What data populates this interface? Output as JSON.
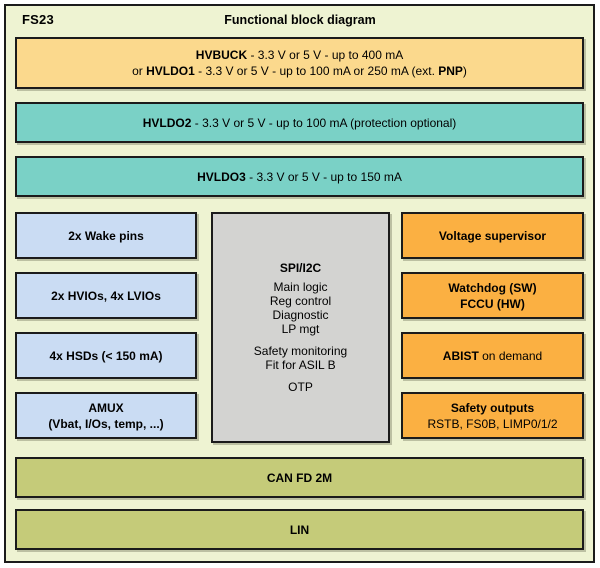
{
  "header": {
    "chip": "FS23",
    "title": "Functional block diagram"
  },
  "colors": {
    "canvas_bg": "#ffffff",
    "board_bg": "#eef3d2",
    "buck_bg": "#fbd98d",
    "ldo_bg": "#7ad1c6",
    "io_bg": "#cadcf3",
    "logic_bg": "#d3d3d1",
    "safety_bg": "#fbb042",
    "comm_bg": "#c5cb79",
    "border": "#1b1b1b"
  },
  "hvbuck": {
    "t1": "HVBUCK",
    "t2": " - 3.3 V or 5 V - up to 400 mA",
    "t3": "or ",
    "t4": "HVLDO1",
    "t5": " - 3.3 V or 5 V - up to 100 mA or 250 mA (ext. ",
    "t6": "PNP",
    "t7": ")"
  },
  "hvldo2": {
    "name": "HVLDO2",
    "desc": " - 3.3 V or 5 V - up to 100 mA (protection optional)"
  },
  "hvldo3": {
    "name": "HVLDO3",
    "desc": " - 3.3 V or 5 V - up to 150 mA"
  },
  "io": {
    "wake": "2x Wake pins",
    "ios": "2x HVIOs, 4x LVIOs",
    "hsds": "4x HSDs (< 150 mA)",
    "amux1": "AMUX",
    "amux2": "(Vbat, I/Os, temp, ...)"
  },
  "logic": {
    "title": "SPI/I2C",
    "group1": [
      "Main logic",
      "Reg control",
      "Diagnostic",
      "LP mgt"
    ],
    "group2": [
      "Safety monitoring",
      "Fit for ASIL B"
    ],
    "otp": "OTP"
  },
  "safety": {
    "supervisor": "Voltage supervisor",
    "watchdog1": "Watchdog (SW)",
    "watchdog2": "FCCU (HW)",
    "abist_bold": "ABIST",
    "abist_rest": " on demand",
    "outputs1": "Safety outputs",
    "outputs2": "RSTB, FS0B, LIMP0/1/2"
  },
  "comms": {
    "can": "CAN FD 2M",
    "lin": "LIN"
  }
}
